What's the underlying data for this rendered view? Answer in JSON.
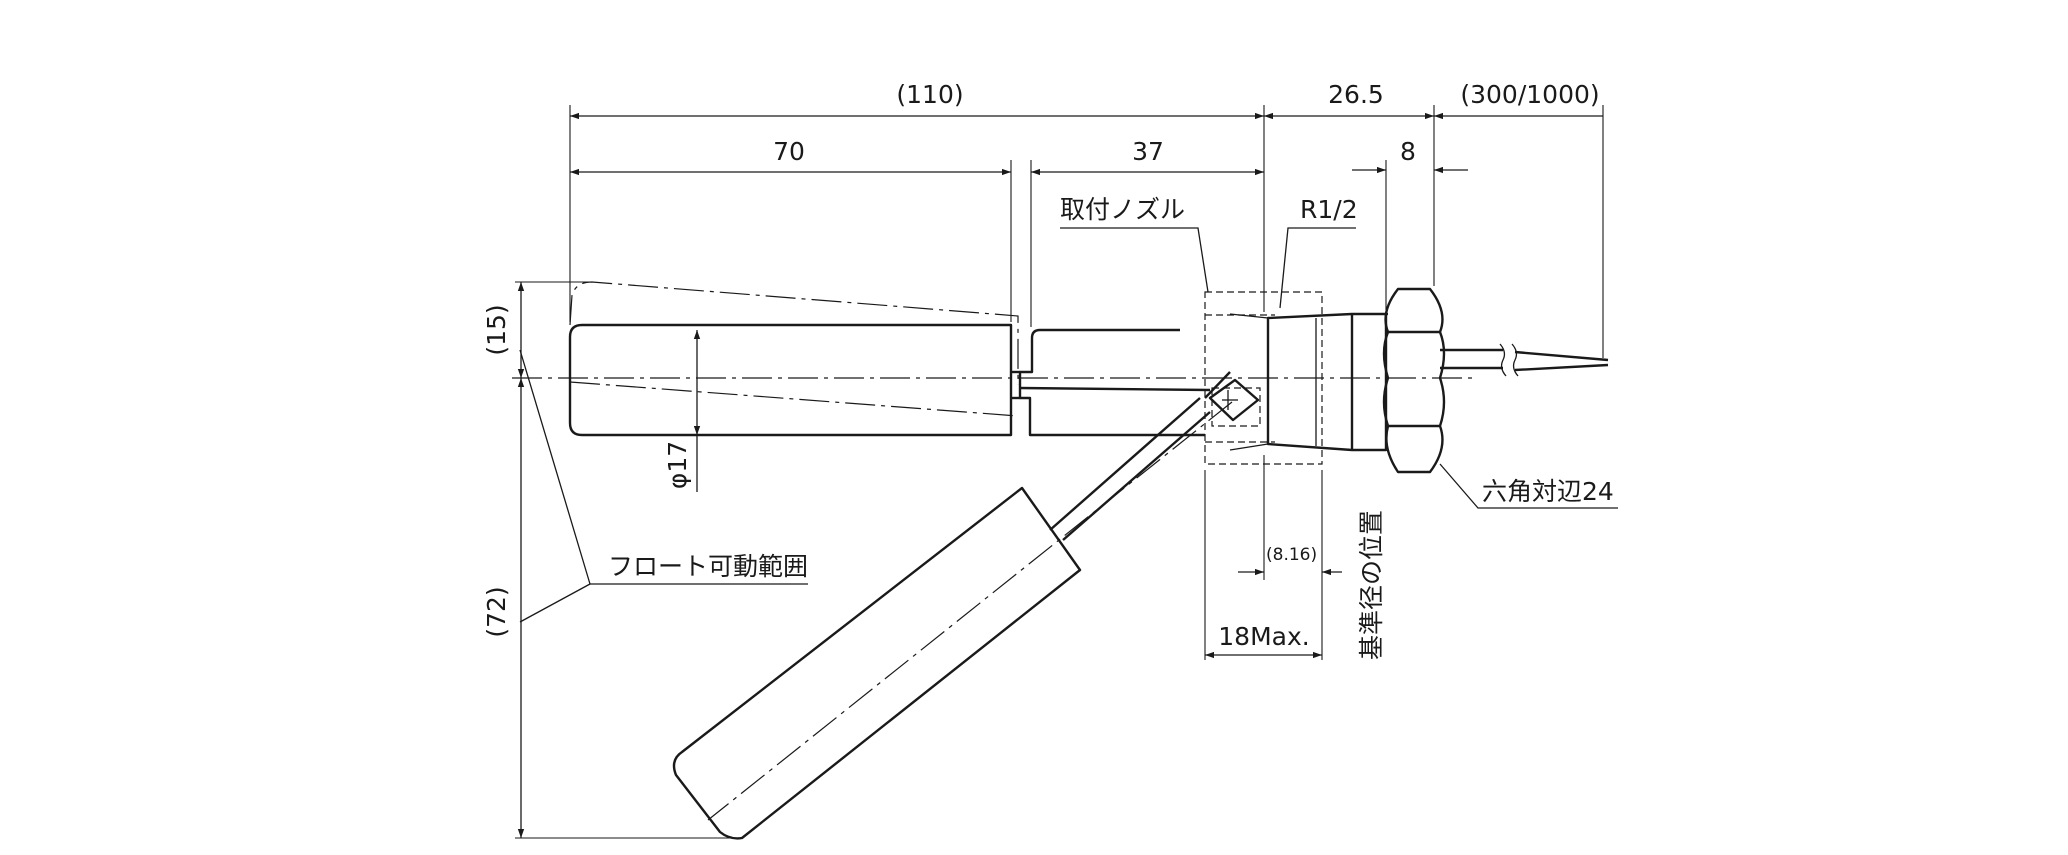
{
  "dimensions": {
    "overall_length": "(110)",
    "thread_to_nut": "26.5",
    "cable_length": "(300/1000)",
    "float_length": "70",
    "stem_length": "37",
    "nut_width": "8",
    "float_diameter": "φ17",
    "upper_swing": "(15)",
    "lower_swing": "(72)",
    "reference_offset": "(8.16)",
    "nozzle_max": "18Max."
  },
  "labels": {
    "mounting_nozzle": "取付ノズル",
    "thread_spec": "R1/2",
    "hex_across_flats": "六角対辺24",
    "float_range": "フロート可動範囲",
    "reference_diameter_position": "基準径の位置"
  }
}
